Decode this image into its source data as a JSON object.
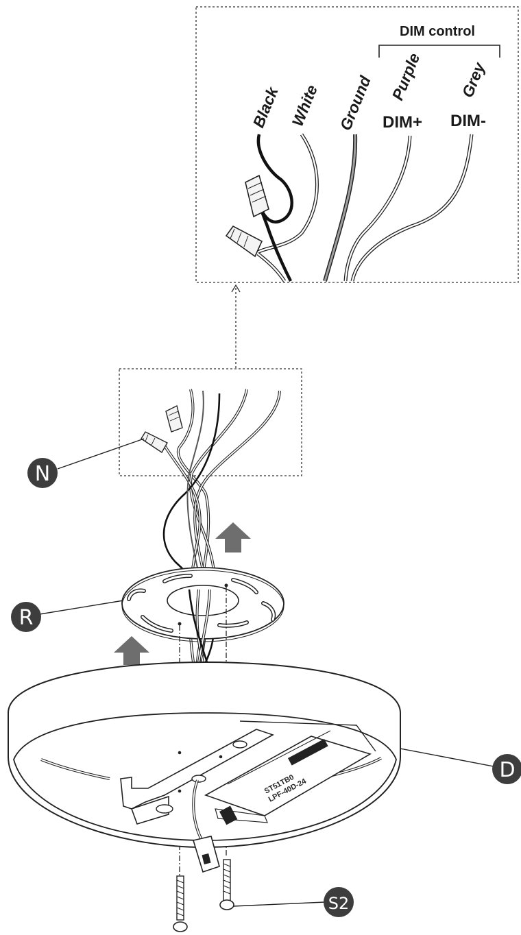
{
  "header": {
    "dim_control": "DIM control"
  },
  "wires": [
    {
      "label": "Black",
      "color": "#111111"
    },
    {
      "label": "White",
      "color": "#ffffff"
    },
    {
      "label": "Ground",
      "color": "#9a9a9a"
    },
    {
      "label": "Purple",
      "sublabel": "DIM+"
    },
    {
      "label": "Grey",
      "sublabel": "DIM-"
    }
  ],
  "callouts": {
    "n": "N",
    "r": "R",
    "d": "D",
    "s2": "S2"
  },
  "colors": {
    "badge": "#3d3d3d",
    "arrow": "#6e6e6e",
    "line": "#222222"
  }
}
